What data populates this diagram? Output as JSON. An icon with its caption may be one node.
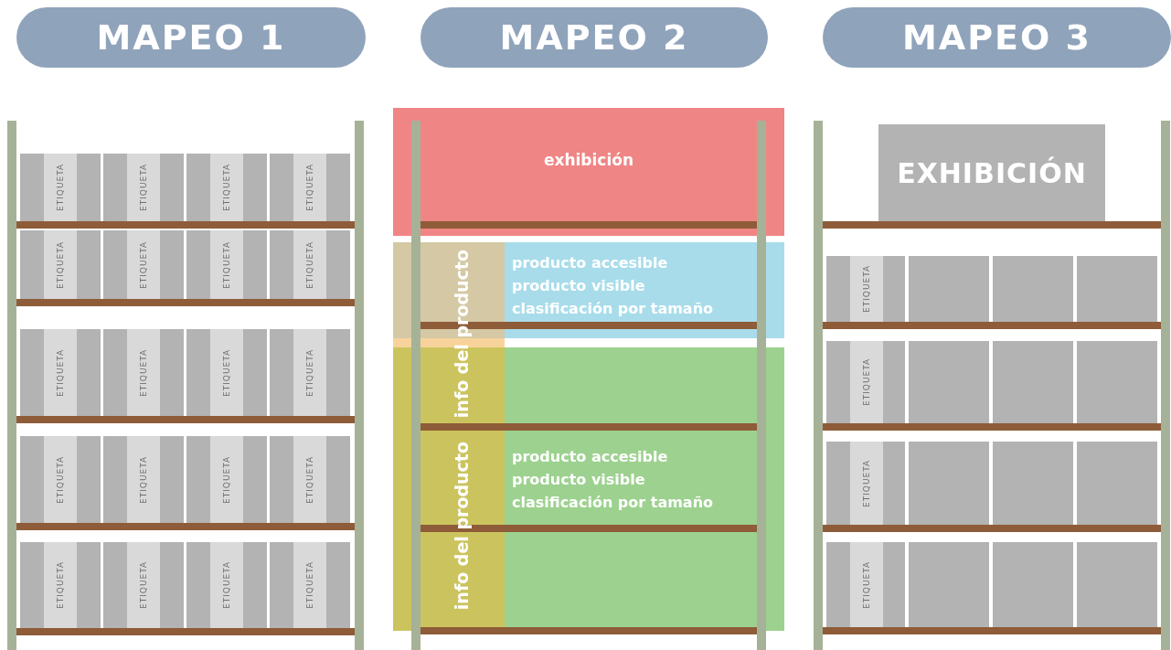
{
  "diagram": {
    "nodes": [
      {
        "text": [
          "MAPEO 1"
        ]
      },
      {
        "text": [
          "MAPEO 2"
        ]
      },
      {
        "text": [
          "MAPEO 3"
        ]
      },
      {
        "text": [
          "exhibición"
        ]
      },
      {
        "text": [
          "info del producto"
        ]
      },
      {
        "text": [
          "producto accesible producto visible clasificación por tamaño"
        ]
      },
      {
        "text": [
          "info del producto"
        ]
      },
      {
        "text": [
          "producto accesible producto visible clasificación por tamaño"
        ]
      },
      {
        "text": [
          "EXHIBICIÓN"
        ]
      },
      {
        "text": [],
        "shape": "box"
      },
      {
        "text": [],
        "shape": "box"
      },
      {
        "text": [],
        "shape": "box"
      },
      {
        "text": [],
        "shape": "box"
      },
      {
        "text": [],
        "shape": "box"
      },
      {
        "text": [],
        "shape": "box"
      },
      {
        "text": [],
        "shape": "box"
      },
      {
        "text": [],
        "shape": "box"
      },
      {
        "text": [],
        "shape": "box"
      },
      {
        "text": [],
        "shape": "box"
      },
      {
        "text": [],
        "shape": "box"
      },
      {
        "text": [],
        "shape": "box"
      },
      {
        "text": [
          "ETIQUETA"
        ]
      },
      {
        "text": [
          "ETIQUETA"
        ]
      },
      {
        "text": [
          "ETIQUETA"
        ]
      },
      {
        "text": [
          "ETIQUETA"
        ]
      },
      {
        "text": [
          "ETIQUETA"
        ]
      },
      {
        "text": [
          "ETIQUETA"
        ]
      },
      {
        "text": [
          "ETIQUETA"
        ]
      },
      {
        "text": [
          "ETIQUETA"
        ]
      },
      {
        "text": [
          "ETIQUETA"
        ]
      },
      {
        "text": [
          "ETIQUETA"
        ]
      },
      {
        "text": [
          "ETIQUETA"
        ]
      },
      {
        "text": [
          "ETIQUETA"
        ]
      },
      {
        "text": [
          "ETIQUETA"
        ]
      },
      {
        "text": [
          "ETIQUETA"
        ]
      },
      {
        "text": [
          "ETIQUETA"
        ]
      },
      {
        "text": [
          "ETIQUETA"
        ]
      },
      {
        "text": [
          "ETIQUETA"
        ]
      },
      {
        "text": [
          "ETIQUETA"
        ]
      },
      {
        "text": [
          "ETIQUETA"
        ]
      },
      {
        "text": [
          "ETIQUETA"
        ]
      },
      {
        "text": [
          "ETIQUETA"
        ]
      },
      {
        "text": [
          "ETIQUETA"
        ]
      },
      {
        "text": [
          "ETIQUETA"
        ]
      },
      {
        "text": [
          "ETIQUETA"
        ]
      }
    ]
  }
}
